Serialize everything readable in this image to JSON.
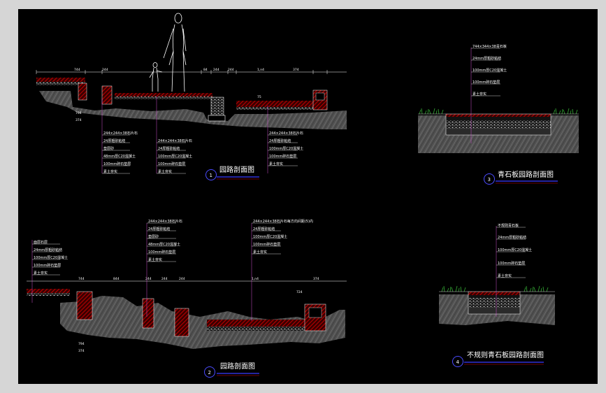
{
  "colors": {
    "background": "#000000",
    "frame": "#d6d6d6",
    "hatch_red": "#cc0000",
    "leader_magenta": "#d24fd2",
    "grass_green": "#2f9a2f",
    "soil_gray": "#6b6b6b",
    "title_line_blue": "#3a3aff",
    "circle_blue": "#4b4bff"
  },
  "sections": {
    "s1": {
      "number": "1",
      "title": "园路剖面图",
      "dims": [
        "744",
        "244",
        "84",
        "244",
        "244",
        "1,n4",
        "374",
        "794",
        "374",
        "75"
      ],
      "notes_a": [
        "244×244×38石片石",
        "24厚粗砂粘结",
        "垫层砂",
        "48mm厚C20混凝土",
        "100mm碎石垫层",
        "素土夯实"
      ],
      "notes_b": [
        "244×244×38石片石",
        "24厚粗砂粘结",
        "100mm厚C20混凝土",
        "100mm碎石垫层",
        "素土夯实"
      ],
      "notes_c": [
        "244×244×38石片石",
        "24厚粗砂粘结",
        "100mm厚C20混凝土",
        "100mm碎石垫层",
        "素土夯实"
      ]
    },
    "s2": {
      "number": "2",
      "title": "园路剖面图",
      "dims": [
        "744",
        "844",
        "244",
        "244",
        "244",
        "1,n4",
        "374",
        "794",
        "374",
        "724"
      ],
      "notes_left": [
        "面层石层",
        "24mm厚粗砂粘结",
        "100mm厚C20混凝土",
        "100mm碎石垫层",
        "素土夯实"
      ],
      "notes_mid": [
        "244×244×38石片石",
        "24厚粗砂粘结",
        "垫层砂",
        "48mm厚C20混凝土",
        "100mm碎石垫层",
        "素土夯实"
      ],
      "notes_right": [
        "244×244×38石片石每方向间距(5)内",
        "24厚粗砂粘结",
        "100mm厚C20混凝土",
        "100mm碎石垫层",
        "素土夯实"
      ]
    },
    "s3": {
      "number": "3",
      "title": "青石板园路剖面图",
      "notes": [
        "744×344×38青石板",
        "24mm厚粗砂粘结",
        "100mm厚C20混凝土",
        "100mm碎石垫层",
        "素土夯实"
      ]
    },
    "s4": {
      "number": "4",
      "title": "不规则青石板园路剖面图",
      "notes": [
        "不规则青石板",
        "24mm厚粗砂粘结",
        "100mm厚C20混凝土",
        "100mm碎石垫层",
        "素土夯实"
      ]
    }
  }
}
